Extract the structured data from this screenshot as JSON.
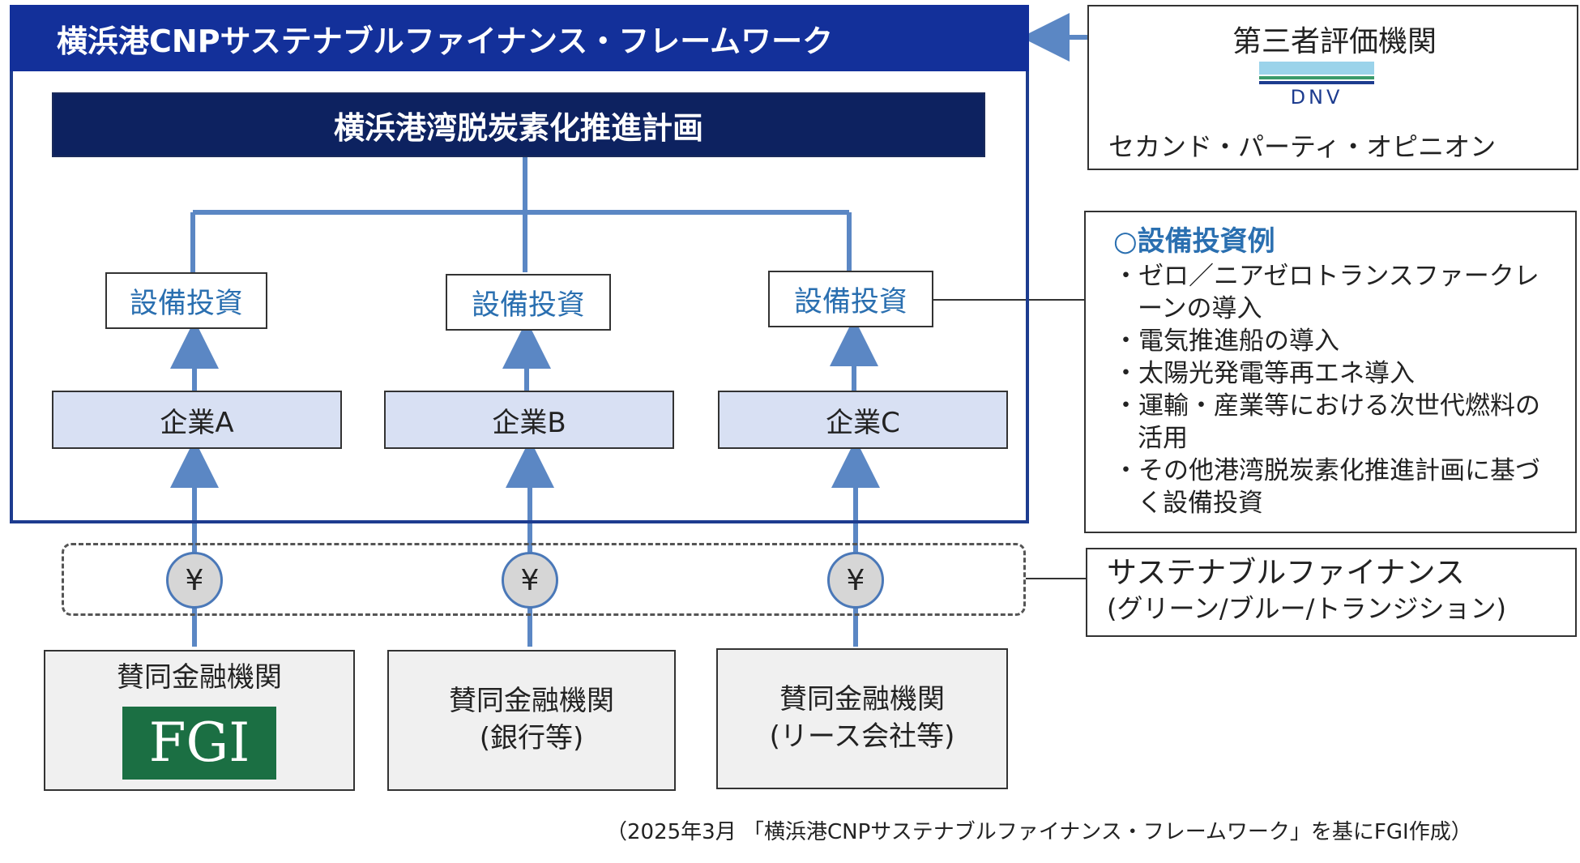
{
  "framework": {
    "title": "横浜港CNPサステナブルファイナンス・フレームワーク",
    "plan": "横浜港湾脱炭素化推進計画"
  },
  "investment_label": "設備投資",
  "companies": [
    "企業A",
    "企業B",
    "企業C"
  ],
  "yen_symbol": "¥",
  "banks": [
    {
      "name": "賛同金融機関",
      "sub": "",
      "logo_text": "FGI"
    },
    {
      "name": "賛同金融機関",
      "sub": "(銀行等)"
    },
    {
      "name": "賛同金融機関",
      "sub": "(リース会社等)"
    }
  ],
  "third_party": {
    "title": "第三者評価機関",
    "logo_text": "DNV",
    "subtitle": "セカンド・パーティ・オピニオン"
  },
  "examples": {
    "title": "○設備投資例",
    "items": [
      "・ゼロ／ニアゼロトランスファークレーンの導入",
      "・電気推進船の導入",
      "・太陽光発電等再エネ導入",
      "・運輸・産業等における次世代燃料の活用",
      "・その他港湾脱炭素化推進計画に基づく設備投資"
    ]
  },
  "sustainable_finance": {
    "label": "サステナブルファイナンス",
    "types": "(グリーン/ブルー/トランジション)"
  },
  "source_note": "（2025年3月 「横浜港CNPサステナブルファイナンス・フレームワーク」を基にFGI作成）",
  "colors": {
    "header_blue": "#13309a",
    "plan_navy": "#0d2260",
    "line_blue": "#5b87c4",
    "company_fill": "#d8e0f3",
    "fgi_green": "#1b6f43"
  }
}
